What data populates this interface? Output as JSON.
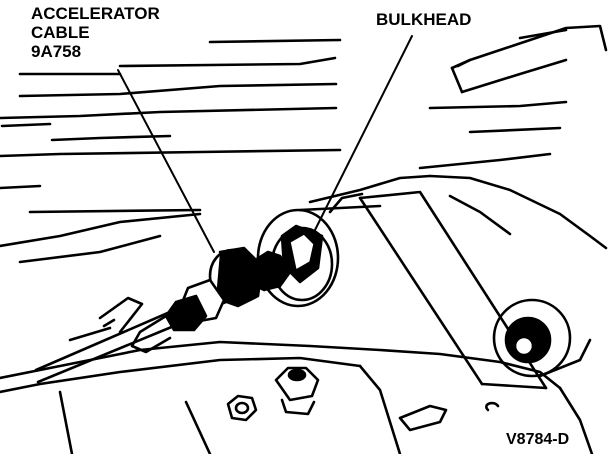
{
  "labels": {
    "accelerator_line1": "ACCELERATOR",
    "accelerator_line2": "CABLE",
    "accelerator_line3": "9A758",
    "bulkhead": "BULKHEAD",
    "figure_code": "V8784-D"
  },
  "colors": {
    "ink": "#000000",
    "paper": "#ffffff"
  }
}
